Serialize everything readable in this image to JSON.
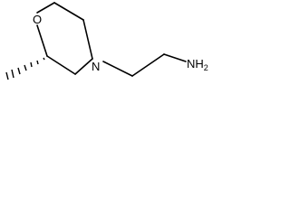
{
  "molecule": {
    "atoms": {
      "oxygen": "O",
      "nitrogen": "N",
      "amine": "NH",
      "amine_subscript": "2"
    },
    "stereo_bond": "hashed-wedge"
  }
}
